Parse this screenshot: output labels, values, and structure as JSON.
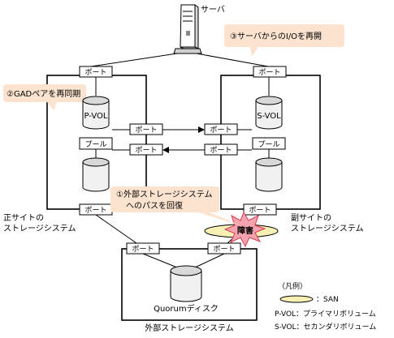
{
  "server_label": "サーバ",
  "port_label": "ポート",
  "pool_label": "プール",
  "pvol_label": "P-VOL",
  "svol_label": "S-VOL",
  "quorum_label": "Quorumディスク",
  "primary_site_line1": "正サイトの",
  "primary_site_line2": "ストレージシステム",
  "secondary_site_line1": "副サイトの",
  "secondary_site_line2": "ストレージシステム",
  "external_storage_label": "外部ストレージシステム",
  "failure_label": "障害",
  "callouts": {
    "step1_line1": "①外部ストレージシステム",
    "step1_line2": "へのパスを回復",
    "step2": "②GADペアを再同期",
    "step3": "③サーバからのI/Oを再開"
  },
  "legend": {
    "title": "（凡例）",
    "san": "：SAN",
    "pvol": "P-VOL：プライマリボリューム",
    "svol": "S-VOL：セカンダリボリューム"
  }
}
